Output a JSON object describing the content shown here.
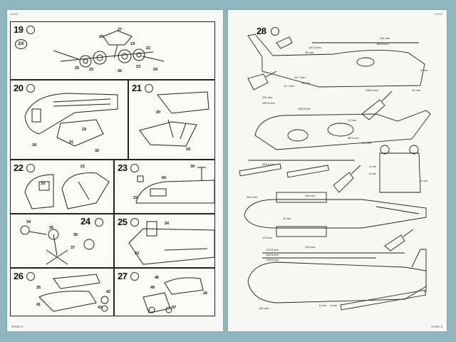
{
  "left_page": {
    "header_code": "04834",
    "footer": "PAGE 8",
    "steps": [
      {
        "number": "19",
        "badge": "2X",
        "parts": [
          "26",
          "27",
          "25",
          "23",
          "19",
          "23",
          "22",
          "26",
          "24"
        ]
      },
      {
        "number": "20",
        "parts": [
          "18",
          "31",
          "32",
          "19"
        ]
      },
      {
        "number": "21",
        "parts": [
          "20",
          "19"
        ]
      },
      {
        "number": "22",
        "parts": [
          "21",
          "33"
        ]
      },
      {
        "number": "23",
        "parts": [
          "34",
          "22",
          "60"
        ]
      },
      {
        "number": "24",
        "parts": [
          "34",
          "35",
          "36",
          "37"
        ]
      },
      {
        "number": "25",
        "parts": [
          "24",
          "23"
        ]
      },
      {
        "number": "26",
        "parts": [
          "35",
          "41",
          "42",
          "43"
        ]
      },
      {
        "number": "27",
        "parts": [
          "46",
          "49",
          "26",
          "97"
        ]
      }
    ]
  },
  "right_page": {
    "header_code": "04834",
    "footer": "PAGE 9",
    "step": {
      "number": "28"
    },
    "dimensions": {
      "side_top": [
        "231 mm",
        "183.5 mm",
        "161.5 mm",
        "43 mm",
        "16.7 mm",
        "49 mm",
        "238.5 mm",
        "42 mm",
        "14.7 mm",
        "6 mm"
      ],
      "side_bottom": [
        "231 mm",
        "184.5 mm",
        "128.5 mm",
        "12 mm",
        "226.5 mm",
        "38.5 mm",
        "5.4 mm"
      ],
      "front": [
        "3 mm",
        "5 mm",
        "4 mm"
      ],
      "top_view": [
        "48.5 mm",
        "166 mm",
        "123 mm",
        "8 mm"
      ],
      "bottom_view": [
        "194 mm",
        "170.5 mm",
        "158.5 mm",
        "128.5 mm",
        "184 mm",
        "5 mm",
        "4 mm"
      ]
    }
  },
  "colors": {
    "background": "#8fb6bf",
    "paper": "#f7f7f3",
    "ink": "#222222"
  }
}
